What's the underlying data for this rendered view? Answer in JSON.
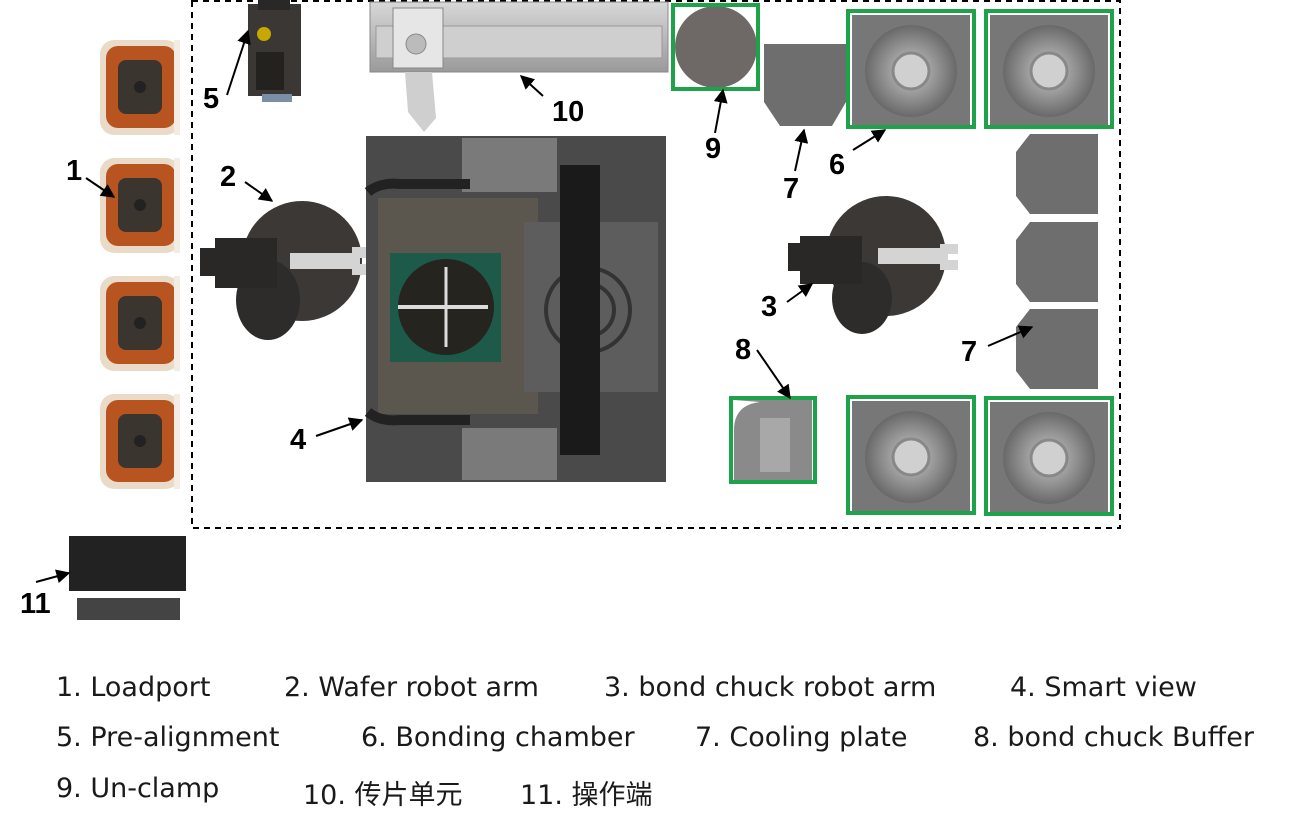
{
  "colors": {
    "highlight": "#1fa34a",
    "boundary": "#000000",
    "loadport_orange": "#b8541f",
    "robot_dark": "#3b3835",
    "chamber_gray": "#777777",
    "plate_gray": "#6e6e6e",
    "base_dark": "#4a4a4a",
    "green_plate": "#1e5a4a"
  },
  "callouts": [
    "1",
    "2",
    "3",
    "4",
    "5",
    "6",
    "7",
    "7",
    "8",
    "9",
    "10",
    "11"
  ],
  "legend": {
    "rows": [
      [
        "1. Loadport",
        "2. Wafer robot arm",
        "3.  bond chuck robot arm",
        "4.  Smart view"
      ],
      [
        "5. Pre-alignment",
        "6. Bonding chamber",
        "7. Cooling plate",
        "8. bond chuck Buffer"
      ],
      [
        "9.  Un-clamp",
        "10. 传片单元",
        "11.  操作端"
      ]
    ]
  }
}
